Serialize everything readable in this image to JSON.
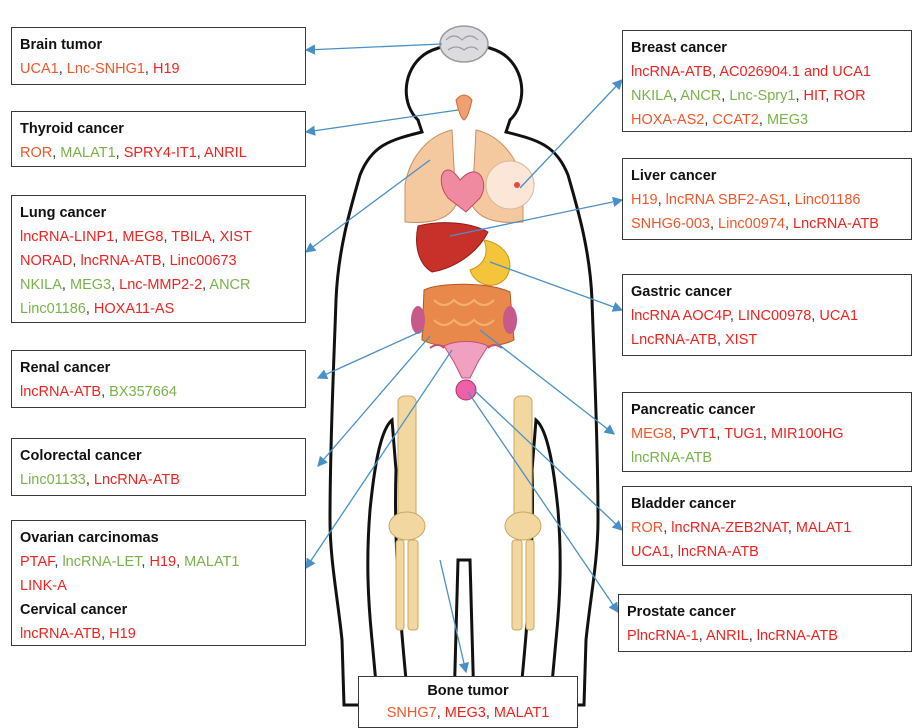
{
  "boxes": [
    {
      "id": "brain",
      "title": "Brain tumor",
      "lines": [
        [
          [
            "UCA1",
            "orange"
          ],
          [
            "Lnc-SNHG1",
            "orange"
          ],
          [
            "H19",
            "red"
          ]
        ]
      ]
    },
    {
      "id": "thyroid",
      "title": "Thyroid cancer",
      "lines": [
        [
          [
            "ROR",
            "orange"
          ],
          [
            "MALAT1",
            "green"
          ],
          [
            "SPRY4-IT1",
            "red"
          ],
          [
            "ANRIL",
            "red"
          ]
        ]
      ]
    },
    {
      "id": "lung",
      "title": "Lung cancer",
      "lines": [
        [
          [
            "lncRNA-LINP1",
            "red"
          ],
          [
            "MEG8",
            "red"
          ],
          [
            "TBILA",
            "red"
          ],
          [
            "XIST",
            "red"
          ]
        ],
        [
          [
            "NORAD",
            "red"
          ],
          [
            "lncRNA-ATB",
            "red"
          ],
          [
            "Linc00673",
            "red"
          ]
        ],
        [
          [
            "NKILA",
            "green"
          ],
          [
            "MEG3",
            "green"
          ],
          [
            "Lnc-MMP2-2",
            "red"
          ],
          [
            "ANCR",
            "green"
          ]
        ],
        [
          [
            "Linc01186",
            "green"
          ],
          [
            "HOXA11-AS",
            "red"
          ]
        ]
      ]
    },
    {
      "id": "renal",
      "title": "Renal cancer",
      "lines": [
        [
          [
            "lncRNA-ATB",
            "red"
          ],
          [
            "BX357664",
            "green"
          ]
        ]
      ]
    },
    {
      "id": "colorectal",
      "title": "Colorectal cancer",
      "lines": [
        [
          [
            "Linc01133",
            "green"
          ],
          [
            "LncRNA-ATB",
            "red"
          ]
        ]
      ]
    },
    {
      "id": "ovarian",
      "title": "Ovarian carcinomas",
      "lines": [
        [
          [
            "PTAF",
            "red"
          ],
          [
            "lncRNA-LET",
            "green"
          ],
          [
            "H19",
            "red"
          ],
          [
            "MALAT1",
            "green"
          ]
        ],
        [
          [
            "LINK-A",
            "red"
          ]
        ]
      ],
      "title2": "Cervical cancer",
      "lines2": [
        [
          [
            "lncRNA-ATB",
            "red"
          ],
          [
            "H19",
            "red"
          ]
        ]
      ]
    },
    {
      "id": "breast",
      "title": "Breast cancer",
      "lines": [
        [
          [
            "lncRNA-ATB",
            "red"
          ],
          [
            "AC026904.1 and UCA1",
            "red"
          ]
        ],
        [
          [
            "NKILA",
            "green"
          ],
          [
            "ANCR",
            "green"
          ],
          [
            "Lnc-Spry1",
            "green"
          ],
          [
            "HIT",
            "red"
          ],
          [
            "ROR",
            "red"
          ]
        ],
        [
          [
            "HOXA-AS2",
            "orange"
          ],
          [
            "CCAT2",
            "orange"
          ],
          [
            "MEG3",
            "green"
          ]
        ]
      ]
    },
    {
      "id": "liver",
      "title": "Liver cancer",
      "lines": [
        [
          [
            "H19",
            "orange"
          ],
          [
            "lncRNA SBF2-AS1",
            "orange"
          ],
          [
            "Linc01186",
            "orange"
          ]
        ],
        [
          [
            "SNHG6-003",
            "orange"
          ],
          [
            "Linc00974",
            "orange"
          ],
          [
            "LncRNA-ATB",
            "red"
          ]
        ]
      ]
    },
    {
      "id": "gastric",
      "title": "Gastric  cancer",
      "lines": [
        [
          [
            "lncRNA AOC4P",
            "red"
          ],
          [
            "LINC00978",
            "red"
          ],
          [
            "UCA1",
            "red"
          ]
        ],
        [
          [
            "LncRNA-ATB",
            "red"
          ],
          [
            "XIST",
            "red"
          ]
        ]
      ]
    },
    {
      "id": "pancreatic",
      "title": "Pancreatic  cancer",
      "lines": [
        [
          [
            "MEG8",
            "orange"
          ],
          [
            "PVT1",
            "red"
          ],
          [
            "TUG1",
            "red"
          ],
          [
            "MIR100HG",
            "red"
          ]
        ],
        [
          [
            "lncRNA-ATB",
            "green"
          ]
        ]
      ]
    },
    {
      "id": "bladder",
      "title": "Bladder cancer",
      "lines": [
        [
          [
            "ROR",
            "orange"
          ],
          [
            "lncRNA-ZEB2NAT",
            "red"
          ],
          [
            "MALAT1",
            "red"
          ]
        ],
        [
          [
            "UCA1",
            "red"
          ],
          [
            "lncRNA-ATB",
            "red"
          ]
        ]
      ]
    },
    {
      "id": "prostate",
      "title": "Prostate cancer",
      "lines": [
        [
          [
            "PlncRNA-1",
            "red"
          ],
          [
            "ANRIL",
            "red"
          ],
          [
            "lncRNA-ATB",
            "red"
          ]
        ]
      ]
    },
    {
      "id": "bone",
      "title": "Bone tumor",
      "lines": [
        [
          [
            "SNHG7",
            "orange"
          ],
          [
            "MEG3",
            "red"
          ],
          [
            "MALAT1",
            "red"
          ]
        ]
      ]
    }
  ],
  "colors": {
    "red": "#ee2320",
    "orange": "#f0572a",
    "green": "#79b24a",
    "arrow": "#4a90c8",
    "outline": "#111111"
  }
}
